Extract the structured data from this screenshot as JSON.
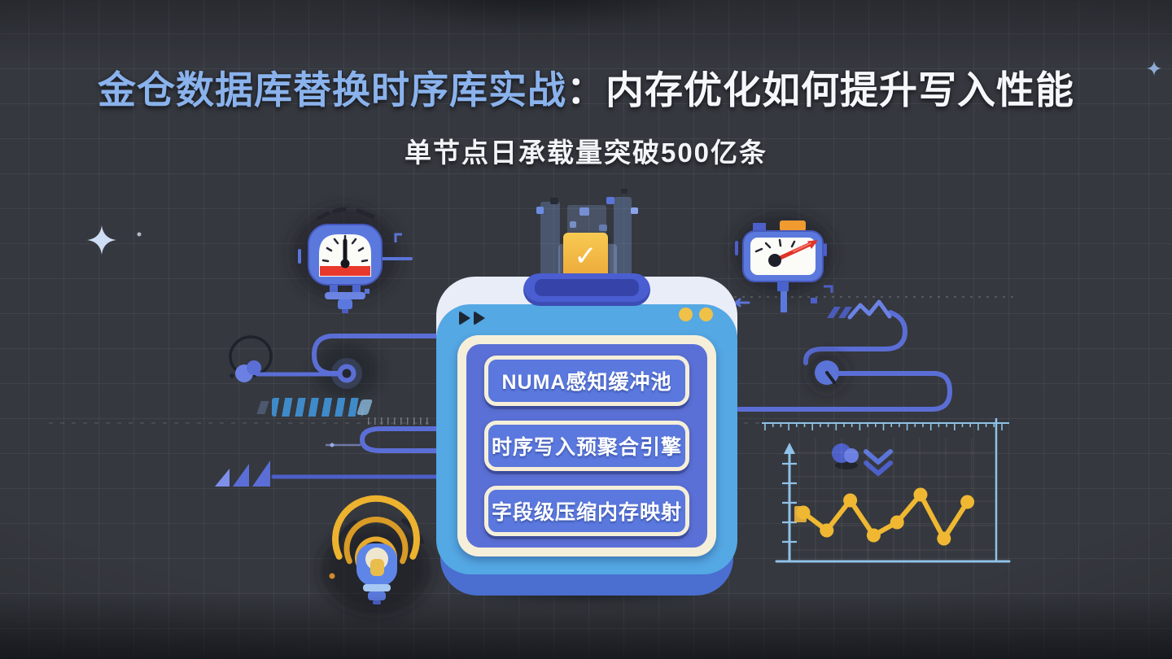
{
  "header": {
    "title_highlight": "金仓数据库替换时序库实战",
    "title_rest": "：内存优化如何提升写入性能",
    "subtitle": "单节点日承载量突破500亿条"
  },
  "device": {
    "buttons": [
      {
        "label": "NUMA感知缓冲池"
      },
      {
        "label": "时序写入预聚合引擎"
      },
      {
        "label": "字段级压缩内存映射"
      }
    ]
  },
  "icons": {
    "check_icon": "✓",
    "fast_forward_icon": "▶▶",
    "status_dots_icon": "●●",
    "speedometer_icon": "round gauge, black needle, red zone",
    "meter_icon": "horizontal gauge, red needle, orange button",
    "bulb_signal_icon": "blue lightbulb with golden radiating arcs",
    "chevron_down_icon": "⌄⌄",
    "play_triangles_icon": "◢◢◢",
    "sparkle_icon": "✦"
  },
  "colors": {
    "background": "#35383e",
    "grid_line": "rgba(255,255,255,0.055)",
    "title_highlight": "#8ab2ec",
    "title_rest": "#f5f7fa",
    "subtitle": "#f2f4f7",
    "device_top": "#e9edf8",
    "device_front": "#54a8e4",
    "device_bottom": "#4a6fd0",
    "panel_cream": "#f5efda",
    "panel_indigo": "#5b70d6",
    "chip_fill": "#5a78de",
    "connector_blue": "#5b6ed6",
    "accent_yellow": "#f0b832",
    "token_yellow": "#f6c24a",
    "gauge_red": "#e8392c",
    "axis_blue": "#8fc2e8"
  },
  "chart_data": {
    "type": "line",
    "x": [
      1,
      2,
      3,
      4,
      5,
      6,
      7,
      8
    ],
    "values": [
      60,
      38,
      75,
      32,
      48,
      82,
      28,
      73
    ],
    "title": "",
    "xlabel": "",
    "ylabel": "",
    "ylim": [
      0,
      100
    ],
    "grid": true,
    "legend": "none",
    "line_color": "#f0b832",
    "marker": "circle"
  }
}
